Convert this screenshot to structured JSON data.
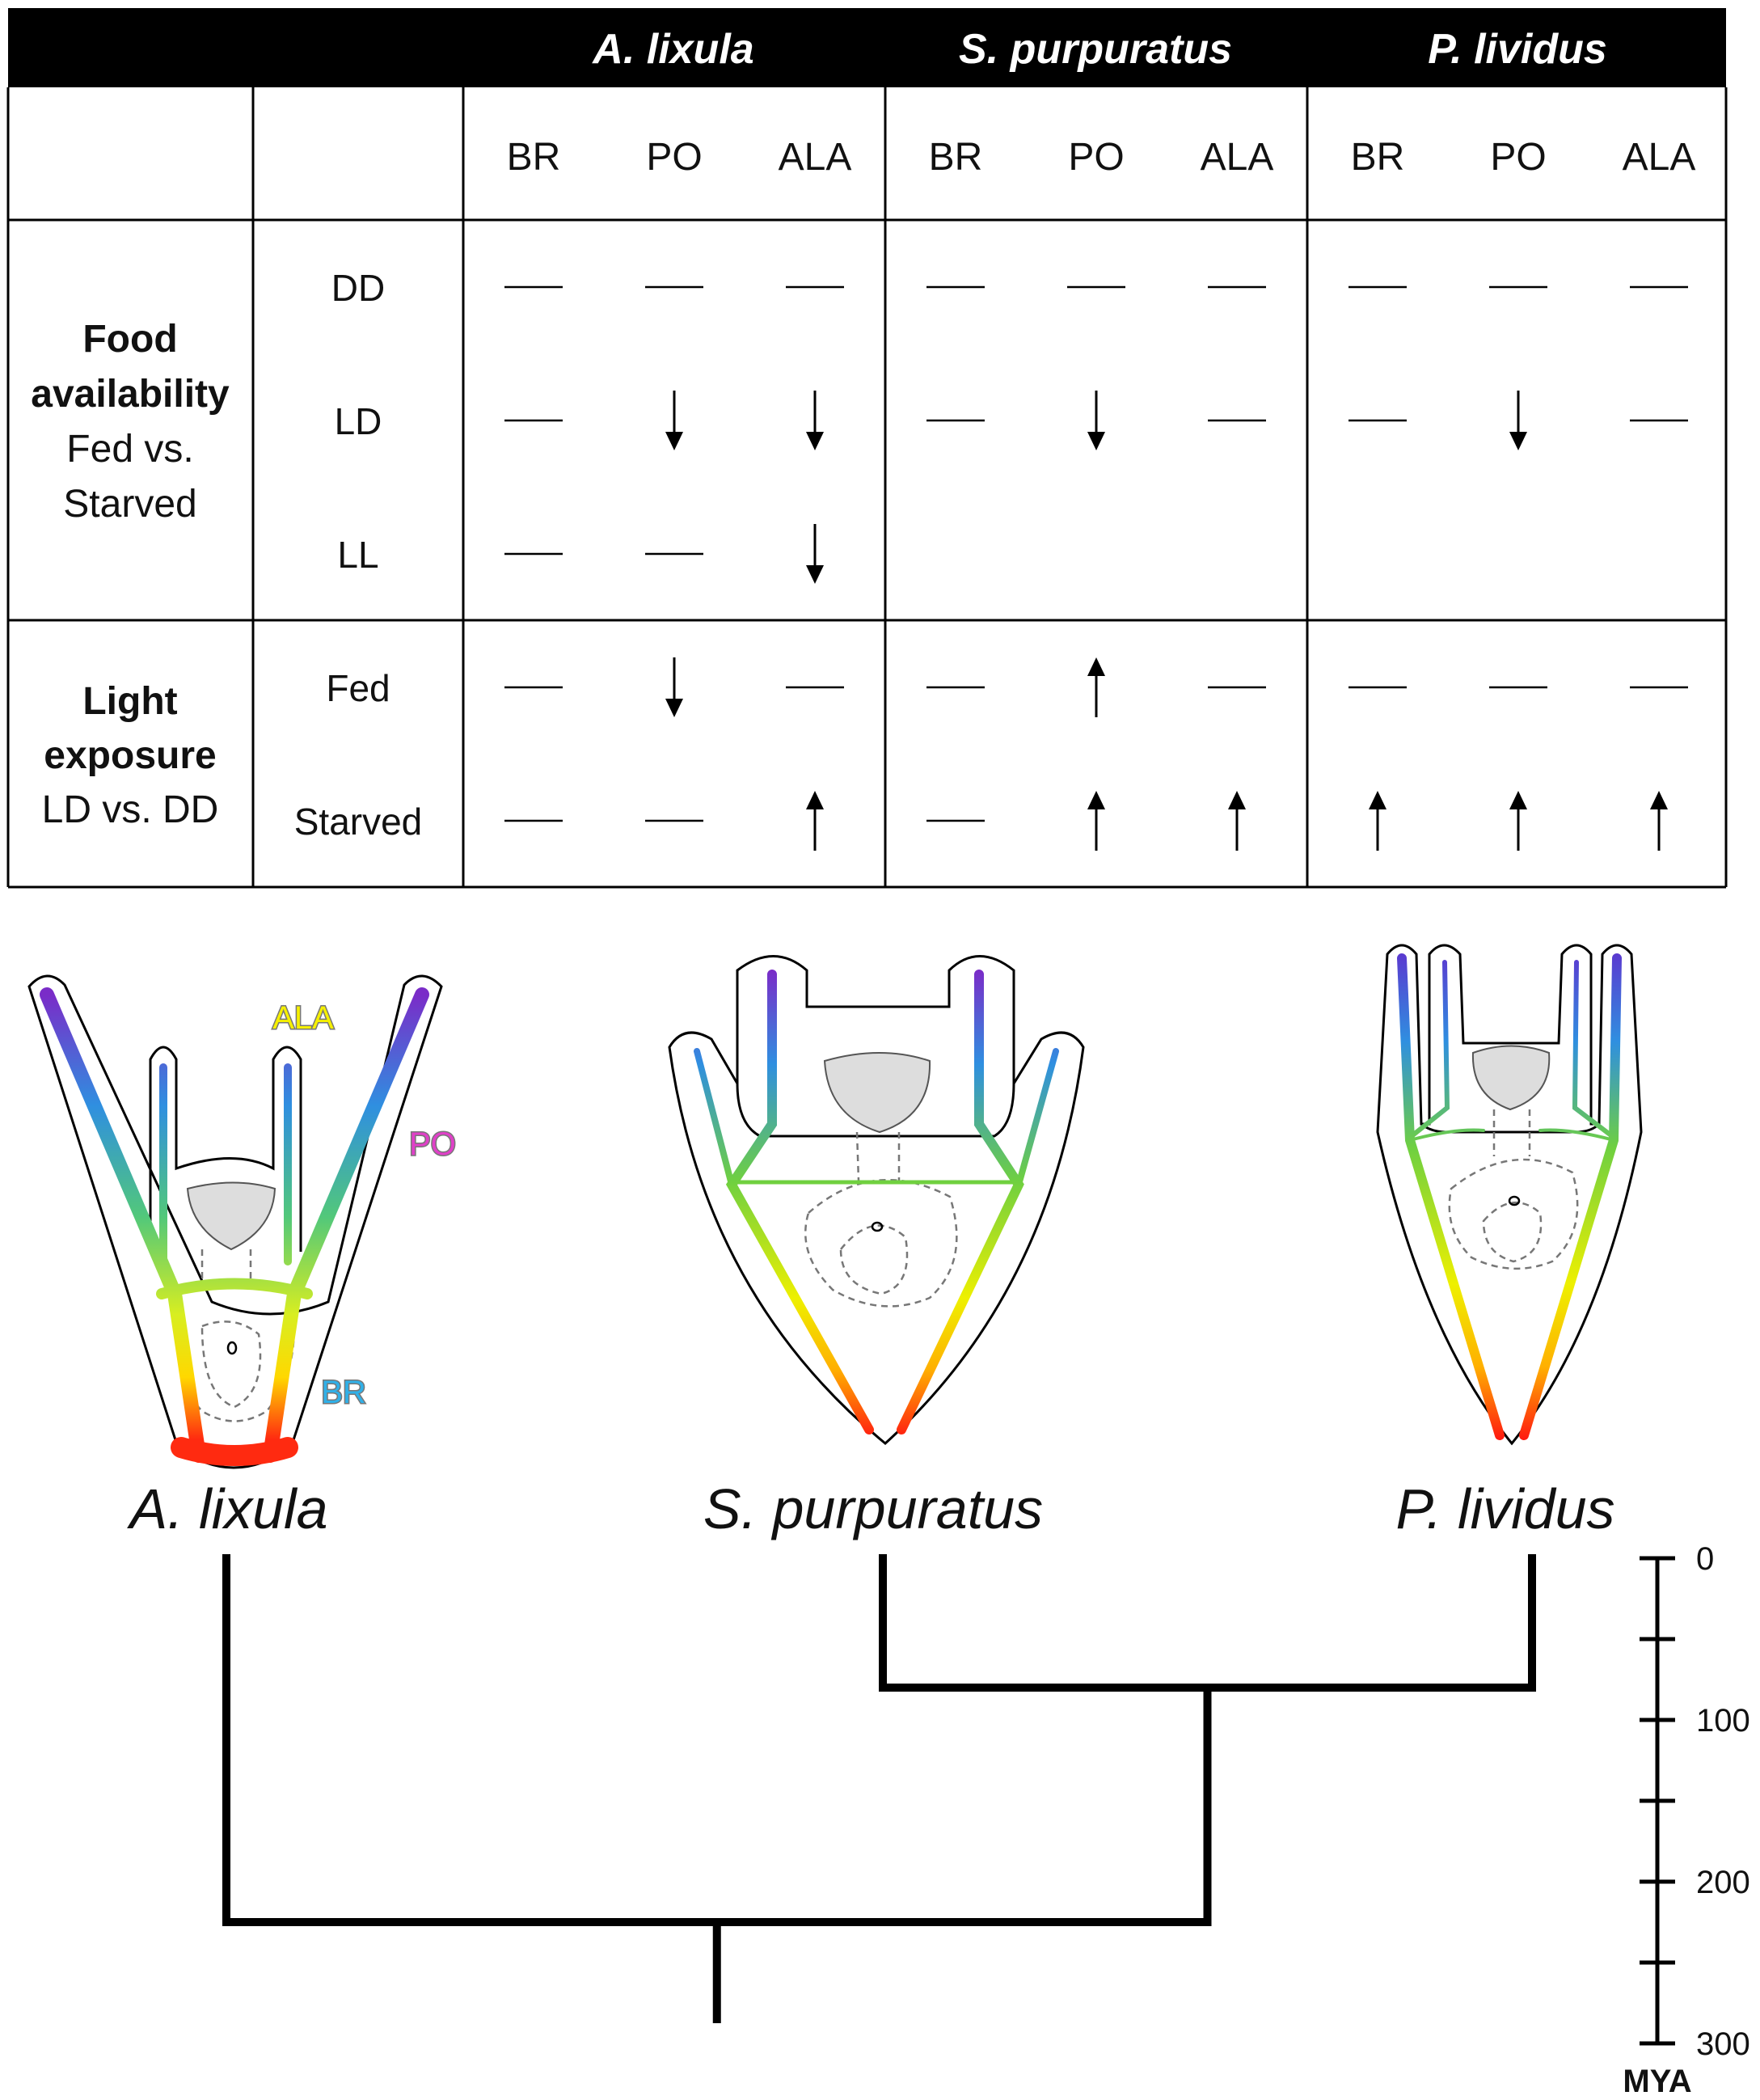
{
  "table": {
    "species_headers": [
      "A. lixula",
      "S. purpuratus",
      "P. lividus"
    ],
    "column_labels": [
      "BR",
      "PO",
      "ALA",
      "BR",
      "PO",
      "ALA",
      "BR",
      "PO",
      "ALA"
    ],
    "groups": [
      {
        "title_bold": [
          "Food",
          "availability"
        ],
        "title_plain": [
          "Fed vs.",
          "Starved"
        ],
        "rows": [
          {
            "label": "DD",
            "cells": [
              "none",
              "none",
              "none",
              "none",
              "none",
              "none",
              "none",
              "none",
              "none"
            ]
          },
          {
            "label": "LD",
            "cells": [
              "none",
              "down",
              "down",
              "none",
              "down",
              "none",
              "none",
              "down",
              "none"
            ]
          },
          {
            "label": "LL",
            "cells": [
              "none",
              "none",
              "down",
              "",
              "",
              "",
              "",
              "",
              ""
            ]
          }
        ]
      },
      {
        "title_bold": [
          "Light",
          "exposure"
        ],
        "title_plain": [
          "LD vs. DD"
        ],
        "rows": [
          {
            "label": "Fed",
            "cells": [
              "none",
              "down",
              "none",
              "none",
              "up",
              "none",
              "none",
              "none",
              "none"
            ]
          },
          {
            "label": "Starved",
            "cells": [
              "none",
              "none",
              "up",
              "none",
              "up",
              "up",
              "up",
              "up",
              "up"
            ]
          }
        ]
      }
    ]
  },
  "larva_labels": {
    "ala": "ALA",
    "po": "PO",
    "br": "BR"
  },
  "label_colors": {
    "ala": "#f5f000",
    "po": "#e040c8",
    "br": "#30b0e8"
  },
  "species": [
    "A. lixula",
    "S. purpuratus",
    "P. lividus"
  ],
  "phylogeny": {
    "axis_unit": "MYA",
    "ticks_major": [
      0,
      100,
      200,
      300
    ],
    "ticks_minor": [
      50,
      150,
      250
    ],
    "divergence_mya": {
      "root": 225,
      "sp_pl_split": 80
    }
  }
}
